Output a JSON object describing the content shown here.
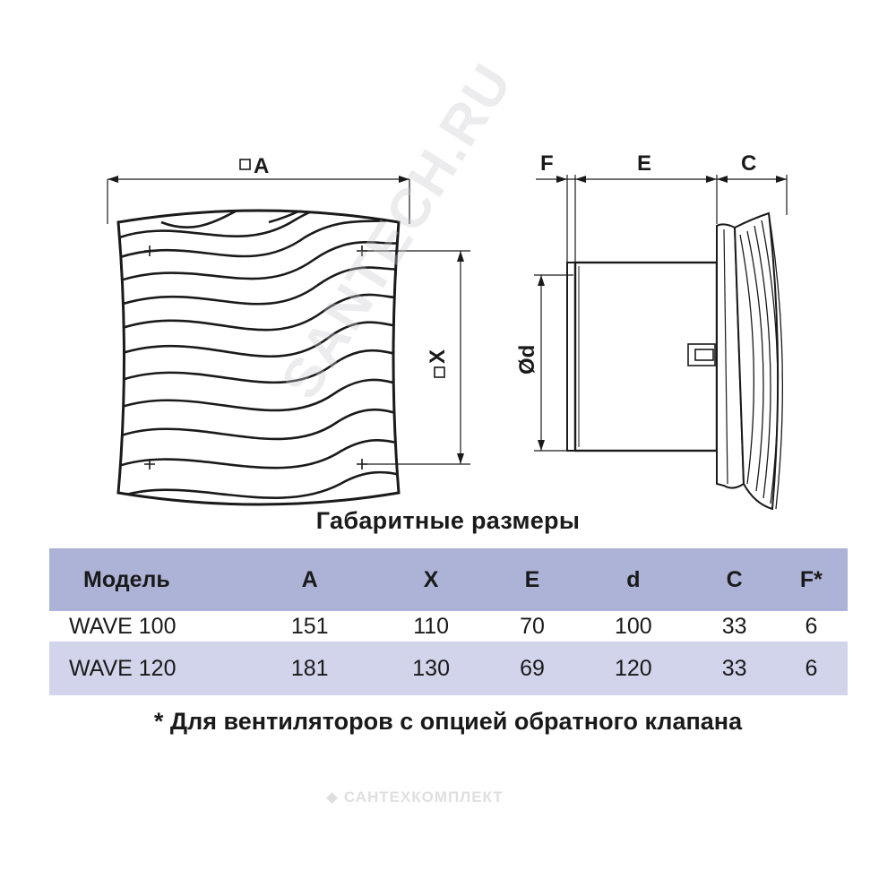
{
  "drawing": {
    "front_view": {
      "label_width": "A",
      "label_hole_spacing": "X"
    },
    "side_view": {
      "label_diameter": "Ød",
      "label_f": "F",
      "label_e": "E",
      "label_c": "C"
    }
  },
  "title": "Габаритные размеры",
  "table": {
    "headers": [
      "Модель",
      "A",
      "X",
      "E",
      "d",
      "C",
      "F*"
    ],
    "rows": [
      [
        "WAVE 100",
        "151",
        "110",
        "70",
        "100",
        "33",
        "6"
      ],
      [
        "WAVE 120",
        "181",
        "130",
        "69",
        "120",
        "33",
        "6"
      ]
    ]
  },
  "footnote": "* Для вентиляторов с опцией обратного клапана",
  "watermarks": {
    "diagonal": "SANTECH.RU",
    "logo": "САНТЕХКОМПЛЕКТ"
  },
  "colors": {
    "header_bg": "#adb3d6",
    "alt_row_bg": "#d1d4ea",
    "line": "#1a1a1a"
  }
}
